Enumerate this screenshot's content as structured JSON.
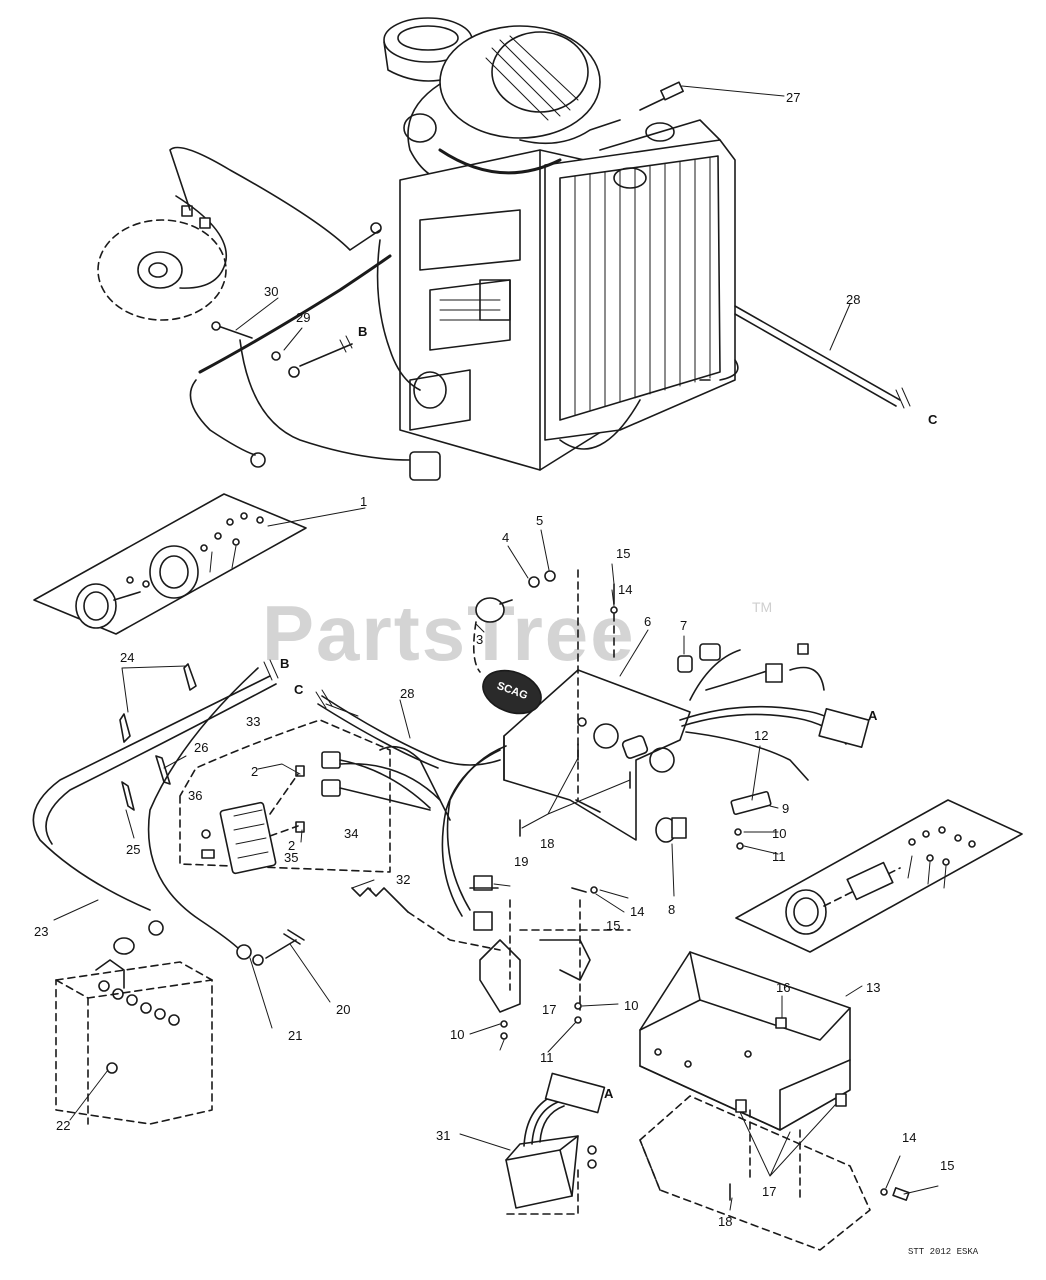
{
  "diagram": {
    "watermark": "PartsTree",
    "trademark": "TM",
    "drawing_code": "STT 2012 ESKA",
    "logo_text": "SCAG",
    "section_letters": {
      "B_top": "B",
      "B_mid": "B",
      "C_right": "C",
      "C_mid": "C",
      "A_right": "A",
      "A_bottom": "A"
    },
    "callouts": {
      "c1": "1",
      "c2a": "2",
      "c2b": "2",
      "c3": "3",
      "c4": "4",
      "c5": "5",
      "c6": "6",
      "c7": "7",
      "c8": "8",
      "c9": "9",
      "c10a": "10",
      "c10b": "10",
      "c10c": "10",
      "c11a": "11",
      "c11b": "11",
      "c12": "12",
      "c13": "13",
      "c14a": "14",
      "c14b": "14",
      "c14c": "14",
      "c15a": "15",
      "c15b": "15",
      "c15c": "15",
      "c16": "16",
      "c17a": "17",
      "c17b": "17",
      "c18a": "18",
      "c18b": "18",
      "c19": "19",
      "c20": "20",
      "c21": "21",
      "c22": "22",
      "c23": "23",
      "c24": "24",
      "c25": "25",
      "c26": "26",
      "c27": "27",
      "c28a": "28",
      "c28b": "28",
      "c29": "29",
      "c30": "30",
      "c31": "31",
      "c32": "32",
      "c33": "33",
      "c34": "34",
      "c35": "35",
      "c36": "36"
    }
  }
}
